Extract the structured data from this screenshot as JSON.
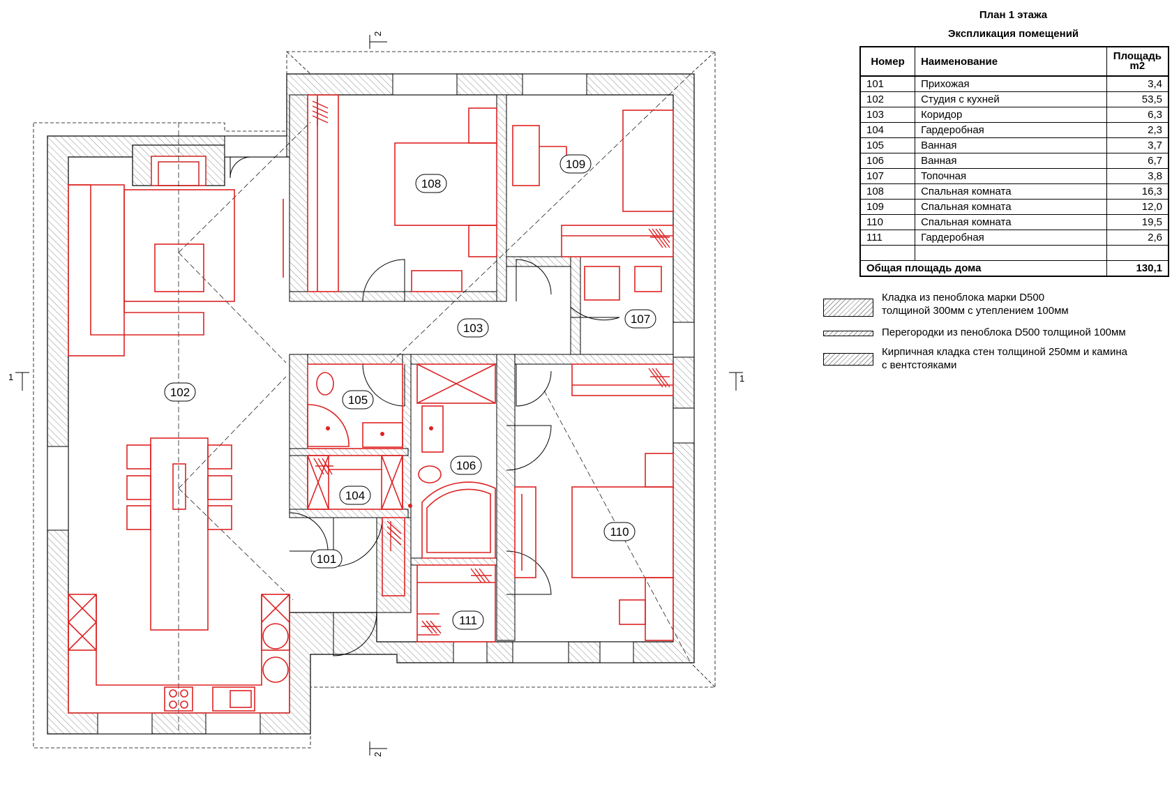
{
  "header": {
    "plan_title": "План 1 этажа",
    "explication_title": "Экспликация помещений"
  },
  "table": {
    "columns": [
      "Номер",
      "Наименование",
      "Площадь m2"
    ],
    "rows": [
      {
        "num": "101",
        "name": "Прихожая",
        "area": "3,4"
      },
      {
        "num": "102",
        "name": "Студия с кухней",
        "area": "53,5"
      },
      {
        "num": "103",
        "name": "Коридор",
        "area": "6,3"
      },
      {
        "num": "104",
        "name": "Гардеробная",
        "area": "2,3"
      },
      {
        "num": "105",
        "name": "Ванная",
        "area": "3,7"
      },
      {
        "num": "106",
        "name": "Ванная",
        "area": "6,7"
      },
      {
        "num": "107",
        "name": "Топочная",
        "area": "3,8"
      },
      {
        "num": "108",
        "name": "Спальная комната",
        "area": "16,3"
      },
      {
        "num": "109",
        "name": "Спальная комната",
        "area": "12,0"
      },
      {
        "num": "110",
        "name": "Спальная комната",
        "area": "19,5"
      },
      {
        "num": "111",
        "name": "Гардеробная",
        "area": "2,6"
      },
      {
        "num": "",
        "name": "",
        "area": ""
      }
    ],
    "total_label": "Общая площадь дома",
    "total_value": "130,1"
  },
  "legend": [
    {
      "text_line1": "Кладка из пеноблока марки D500",
      "text_line2": "толщиной 300мм с утеплением 100мм"
    },
    {
      "text_line1": "Перегородки из пеноблока D500 толщиной 100мм",
      "text_line2": ""
    },
    {
      "text_line1": "Кирпичная кладка стен толщиной 250мм и камина",
      "text_line2": "с вентстояками"
    }
  ],
  "plan": {
    "rooms": [
      "101",
      "102",
      "103",
      "104",
      "105",
      "106",
      "107",
      "108",
      "109",
      "110",
      "111"
    ],
    "section_marks": [
      "1",
      "1",
      "2",
      "2"
    ]
  },
  "colors": {
    "furniture": "#dd2222",
    "walls": "#000000",
    "hatch": "#9a9a9a"
  }
}
